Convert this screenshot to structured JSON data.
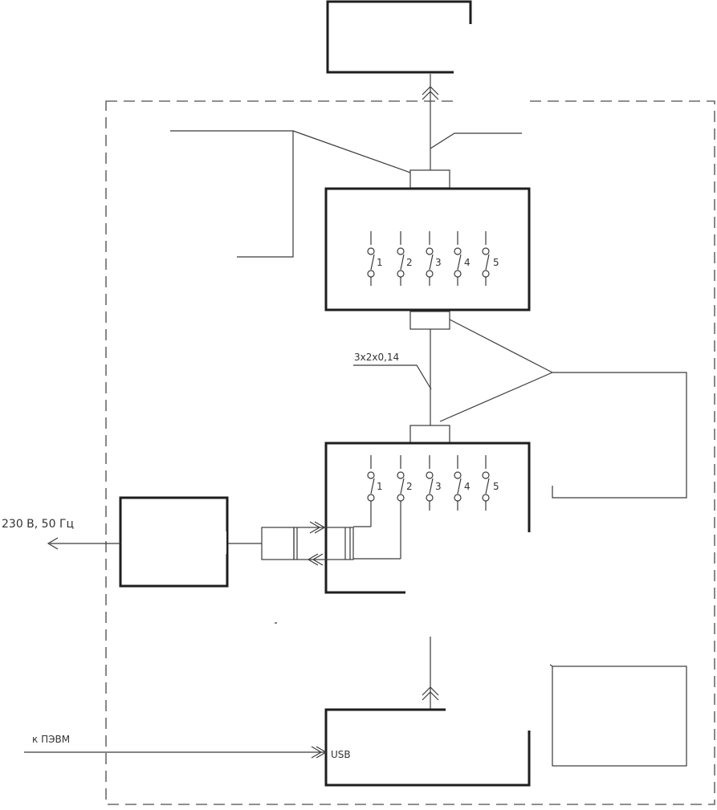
{
  "labels": {
    "cable_upper": "3х2х0,14",
    "power_input": "230 В, 50 Гц",
    "pc_link": "к ПЭВМ",
    "usb_port": "USB"
  },
  "upper_block_numbers": [
    "1",
    "2",
    "3",
    "4",
    "5"
  ],
  "lower_block_numbers": [
    "1",
    "2",
    "3",
    "4",
    "5"
  ],
  "colors": {
    "line": "#1e1e1e",
    "dashed_border": "#6a6a6a",
    "background": "#ffffff"
  },
  "icons": [
    "arrow-up-icon",
    "arrow-left-icon",
    "arrow-right-icon",
    "switch-icon"
  ]
}
